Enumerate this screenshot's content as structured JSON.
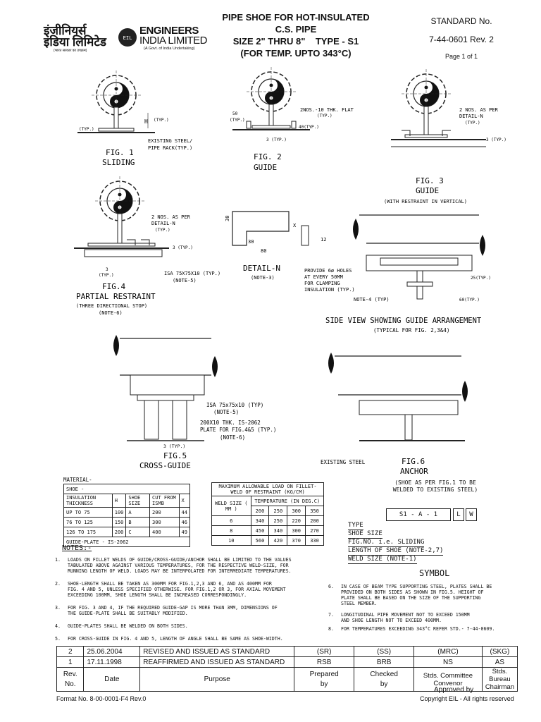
{
  "header": {
    "title_lines": [
      "PIPE SHOE FOR HOT-INSULATED",
      "C.S. PIPE",
      "SIZE 2\" THRU 8\"    TYPE - S1",
      "(FOR TEMP. UPTO 343°C)"
    ],
    "standard_label": "STANDARD No.",
    "standard_number": "7-44-0601  Rev. 2",
    "page": "Page 1 of 1",
    "logo_hindi_1": "इंजीनियर्स",
    "logo_hindi_2": "इंडिया लिमिटेड",
    "logo_hindi_sub": "(भारत सरकार का उपक्रम)",
    "logo_en_1": "ENGINEERS",
    "logo_en_2": "INDIA LIMITED",
    "logo_en_sub": "(A Govt. of India Undertaking)"
  },
  "figures": {
    "fig1": {
      "title": "FIG. 1",
      "subtitle": "SLIDING",
      "note1": "EXISTING STEEL/",
      "note2": "PIPE RACK(TYP.)",
      "typ": "(TYP.)",
      "h": "H",
      "typ2": "(TYP.)"
    },
    "fig2": {
      "title": "FIG. 2",
      "subtitle": "GUIDE",
      "note": "2NOS.-10 THK. FLAT",
      "typ": "(TYP.)",
      "d50": "50",
      "typ2": "(TYP.)",
      "d3": "3 (TYP.)",
      "d40": "40(TYP.)"
    },
    "fig3": {
      "title": "FIG. 3",
      "subtitle": "GUIDE",
      "sub2": "(WITH RESTRAINT IN VERTICAL)",
      "note1": "2 NOS. AS PER",
      "note2": "DETAIL-N",
      "note3": "(TYP.)",
      "d3": "3 (TYP.)"
    },
    "fig4": {
      "title": "FIG.4",
      "subtitle": "PARTIAL  RESTRAINT",
      "sub2": "(THREE DIRECTIONAL STOP)",
      "sub3": "(NOTE-6)",
      "note1": "2 NOS. AS PER",
      "note2": "DETAIL-N",
      "note3": "(TYP.)",
      "d3": "3 (TYP.)",
      "d3b": "3",
      "typ": "(TYP.)",
      "isa": "ISA 75X75X10 (TYP.)",
      "isa_note": "(NOTE-5)"
    },
    "detail_n": {
      "title": "DETAIL-N",
      "note": "(NOTE-3)",
      "d30": "30",
      "d30b": "30",
      "d80": "80",
      "x": "X",
      "d12": "12"
    },
    "side_view": {
      "title": "SIDE VIEW SHOWING GUIDE ARRANGEMENT",
      "sub": "(TYPICAL FOR FIG. 2,3&4)",
      "note1": "PROVIDE 6ø HOLES",
      "note2": "AT EVERY 50MM",
      "note3": "FOR CLAMPING",
      "note4": "INSULATION (TYP.)",
      "note4_ref": "NOTE-4 (TYP)",
      "d25": "25(TYP.)",
      "d60": "60(TYP.)"
    },
    "fig5": {
      "title": "FIG.5",
      "subtitle": "CROSS-GUIDE",
      "isa": "ISA 75x75x10 (TYP)",
      "isa_note": "(NOTE-5)",
      "plate1": "200X10 THK. IS-2062",
      "plate2": "PLATE FOR FIG.4&5 (TYP.)",
      "plate_note": "(NOTE-6)",
      "d3": "3 (TYP.)"
    },
    "fig6": {
      "title": "FIG.6",
      "subtitle": "ANCHOR",
      "sub2": "(SHOE AS PER FIG.1 TO BE",
      "sub3": "WELDED TO EXISTING STEEL)",
      "existing": "EXISTING STEEL"
    }
  },
  "material": {
    "title": "MATERIAL-",
    "shoe": "SHOE - ",
    "headers": [
      "INSULATION THICKNESS",
      "H",
      "SHOE SIZE",
      "CUT FROM ISMB",
      "X"
    ],
    "rows": [
      [
        "UP TO 75",
        "100",
        "A",
        "200",
        "44"
      ],
      [
        "76 TO 125",
        "150",
        "B",
        "300",
        "46"
      ],
      [
        "126 TO 175",
        "200",
        "C",
        "400",
        "49"
      ]
    ],
    "guide_plate": "GUIDE-PLATE - IS-2062"
  },
  "load_table": {
    "title": "MAXIMUM ALLOWABLE LOAD ON FILLET-WELD OF RESTRAINT (KG/CM)",
    "col1": "WELD SIZE ( MM )",
    "col2": "TEMPERATURE (IN DEG.C)",
    "temps": [
      "200",
      "250",
      "300",
      "350"
    ],
    "rows": [
      [
        "6",
        "340",
        "250",
        "220",
        "200"
      ],
      [
        "8",
        "450",
        "340",
        "300",
        "270"
      ],
      [
        "10",
        "560",
        "420",
        "370",
        "330"
      ]
    ]
  },
  "symbol": {
    "boxes": [
      "S1 - A - 1",
      "L",
      "W"
    ],
    "labels": [
      "TYPE",
      "SHOE SIZE",
      "FIG.NO. i.e. SLIDING",
      "LENGTH OF SHOE (NOTE-2,7)",
      "WELD SIZE (NOTE-1)"
    ],
    "title": "SYMBOL"
  },
  "notes": {
    "title": "NOTES:-",
    "items": [
      {
        "num": "1.",
        "lines": [
          "LOADS ON FILLET WELDS OF GUIDE/CROSS-GUIDE/ANCHOR SHALL BE LIMITED TO THE VALUES",
          "TABULATED ABOVE AGAINST VARIOUS TEMPERATURES, FOR THE RESPECTIVE WELD-SIZE, FOR",
          "RUNNING LENGTH OF WELD. LOADS MAY BE INTERPOLATED FOR INTERMEDIATE TEMPERATURES."
        ]
      },
      {
        "num": "2.",
        "lines": [
          "SHOE-LENGTH SHALL BE TAKEN AS 300MM FOR FIG.1,2,3 AND 6, AND AS 400MM FOR",
          "FIG. 4 AND 5, UNLESS SPECIFIED OTHERWISE. FOR FIG.1,2 OR 3, FOR AXIAL MOVEMENT",
          "EXCEEDING 100MM, SHOE LENGTH SHALL BE INCREASED CORRESPONDINGLY."
        ]
      },
      {
        "num": "3.",
        "lines": [
          "FOR FIG. 3 AND 4, IF THE REQUIRED GUIDE-GAP IS MORE THAN 3MM, DIMENSIONS OF",
          "THE GUIDE-PLATE SHALL BE SUITABLY MODIFIED."
        ]
      },
      {
        "num": "4.",
        "lines": [
          "GUIDE-PLATES SHALL BE WELDED ON BOTH SIDES."
        ]
      },
      {
        "num": "5.",
        "lines": [
          "FOR CROSS-GUIDE IN FIG. 4 AND 5, LENGTH OF ANGLE SHALL BE SAME AS SHOE-WIDTH."
        ]
      },
      {
        "num": "6.",
        "lines": [
          "IN CASE OF BEAM TYPE SUPPORTING STEEL, PLATES SHALL BE",
          "PROVIDED ON BOTH SIDES AS SHOWN IN FIG.5. HEIGHT OF",
          "PLATE SHALL BE BASED ON THE SIZE OF THE SUPPORTING",
          "STEEL MEMBER."
        ]
      },
      {
        "num": "7.",
        "lines": [
          "LONGITUDINAL PIPE MOVEMENT NOT TO EXCEED 150MM",
          "AND SHOE LENGTH NOT TO EXCEED 400MM."
        ]
      },
      {
        "num": "8.",
        "lines": [
          "FOR TEMPERATURES EXCEEDING 343°C REFER STD.- 7-44-0609."
        ]
      }
    ]
  },
  "revisions": {
    "rows": [
      {
        "rev": "2",
        "date": "25.06.2004",
        "purpose": "REVISED AND ISSUED AS STANDARD",
        "prep": "(SR)",
        "checked": "(SS)",
        "convenor": "(MRC)",
        "chairman": "(SKG)"
      },
      {
        "rev": "1",
        "date": "17.11.1998",
        "purpose": "REAFFIRMED AND ISSUED AS STANDARD",
        "prep": "RSB",
        "checked": "BRB",
        "convenor": "NS",
        "chairman": "AS"
      }
    ],
    "headers": {
      "rev": "Rev.",
      "no": "No.",
      "date": "Date",
      "purpose": "Purpose",
      "prepared": "Prepared",
      "by": "by",
      "checked": "Checked",
      "by2": "by",
      "convenor1": "Stds. Committee",
      "convenor2": "Convenor",
      "chairman1": "Stds. Bureau",
      "chairman2": "Chairman",
      "approved": "Approved by"
    }
  },
  "footer": {
    "format": "Format No. 8-00-0001-F4 Rev.0",
    "copyright": "Copyright EIL - All rights reserved"
  }
}
